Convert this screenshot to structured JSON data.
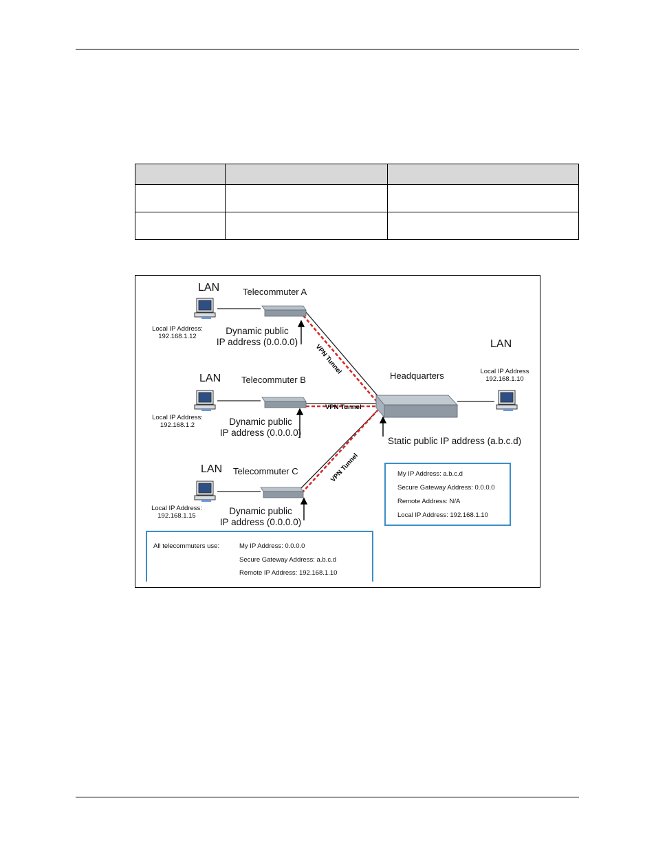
{
  "table": {
    "rows": 3,
    "columns": 3
  },
  "figure": {
    "telecommuter_a": {
      "lan": "LAN",
      "name": "Telecommuter A",
      "local_ip_label": "Local IP Address:",
      "local_ip": "192.168.1.12",
      "wan_line1": "Dynamic public",
      "wan_line2": "IP address (0.0.0.0)"
    },
    "telecommuter_b": {
      "lan": "LAN",
      "name": "Telecommuter B",
      "local_ip_label": "Local IP Address:",
      "local_ip": "192.168.1.2",
      "wan_line1": "Dynamic public",
      "wan_line2": "IP address (0.0.0.0)"
    },
    "telecommuter_c": {
      "lan": "LAN",
      "name": "Telecommuter C",
      "local_ip_label": "Local IP Address:",
      "local_ip": "192.168.1.15",
      "wan_line1": "Dynamic public",
      "wan_line2": "IP address (0.0.0.0)"
    },
    "headquarters": {
      "name": "Headquarters",
      "lan": "LAN",
      "local_ip_label": "Local IP Address",
      "local_ip": "192.168.1.10",
      "wan": "Static public IP address (a.b.c.d)"
    },
    "vpn_tunnel_label": "VPN Tunnel",
    "hq_box": {
      "my_ip": "My IP Address: a.b.c.d",
      "secure_gateway": "Secure Gateway Address: 0.0.0.0",
      "remote": "Remote Address: N/A",
      "local": "Local IP Address: 192.168.1.10"
    },
    "telecommuter_box": {
      "title": "All telecommuters use:",
      "my_ip": "My IP Address: 0.0.0.0",
      "secure_gateway": "Secure Gateway Address: a.b.c.d",
      "remote_ip": "Remote IP Address: 192.168.1.10"
    },
    "colors": {
      "tunnel": "#d42a2a",
      "box_border": "#3a8ec8",
      "device": "#9aa3ad"
    }
  }
}
